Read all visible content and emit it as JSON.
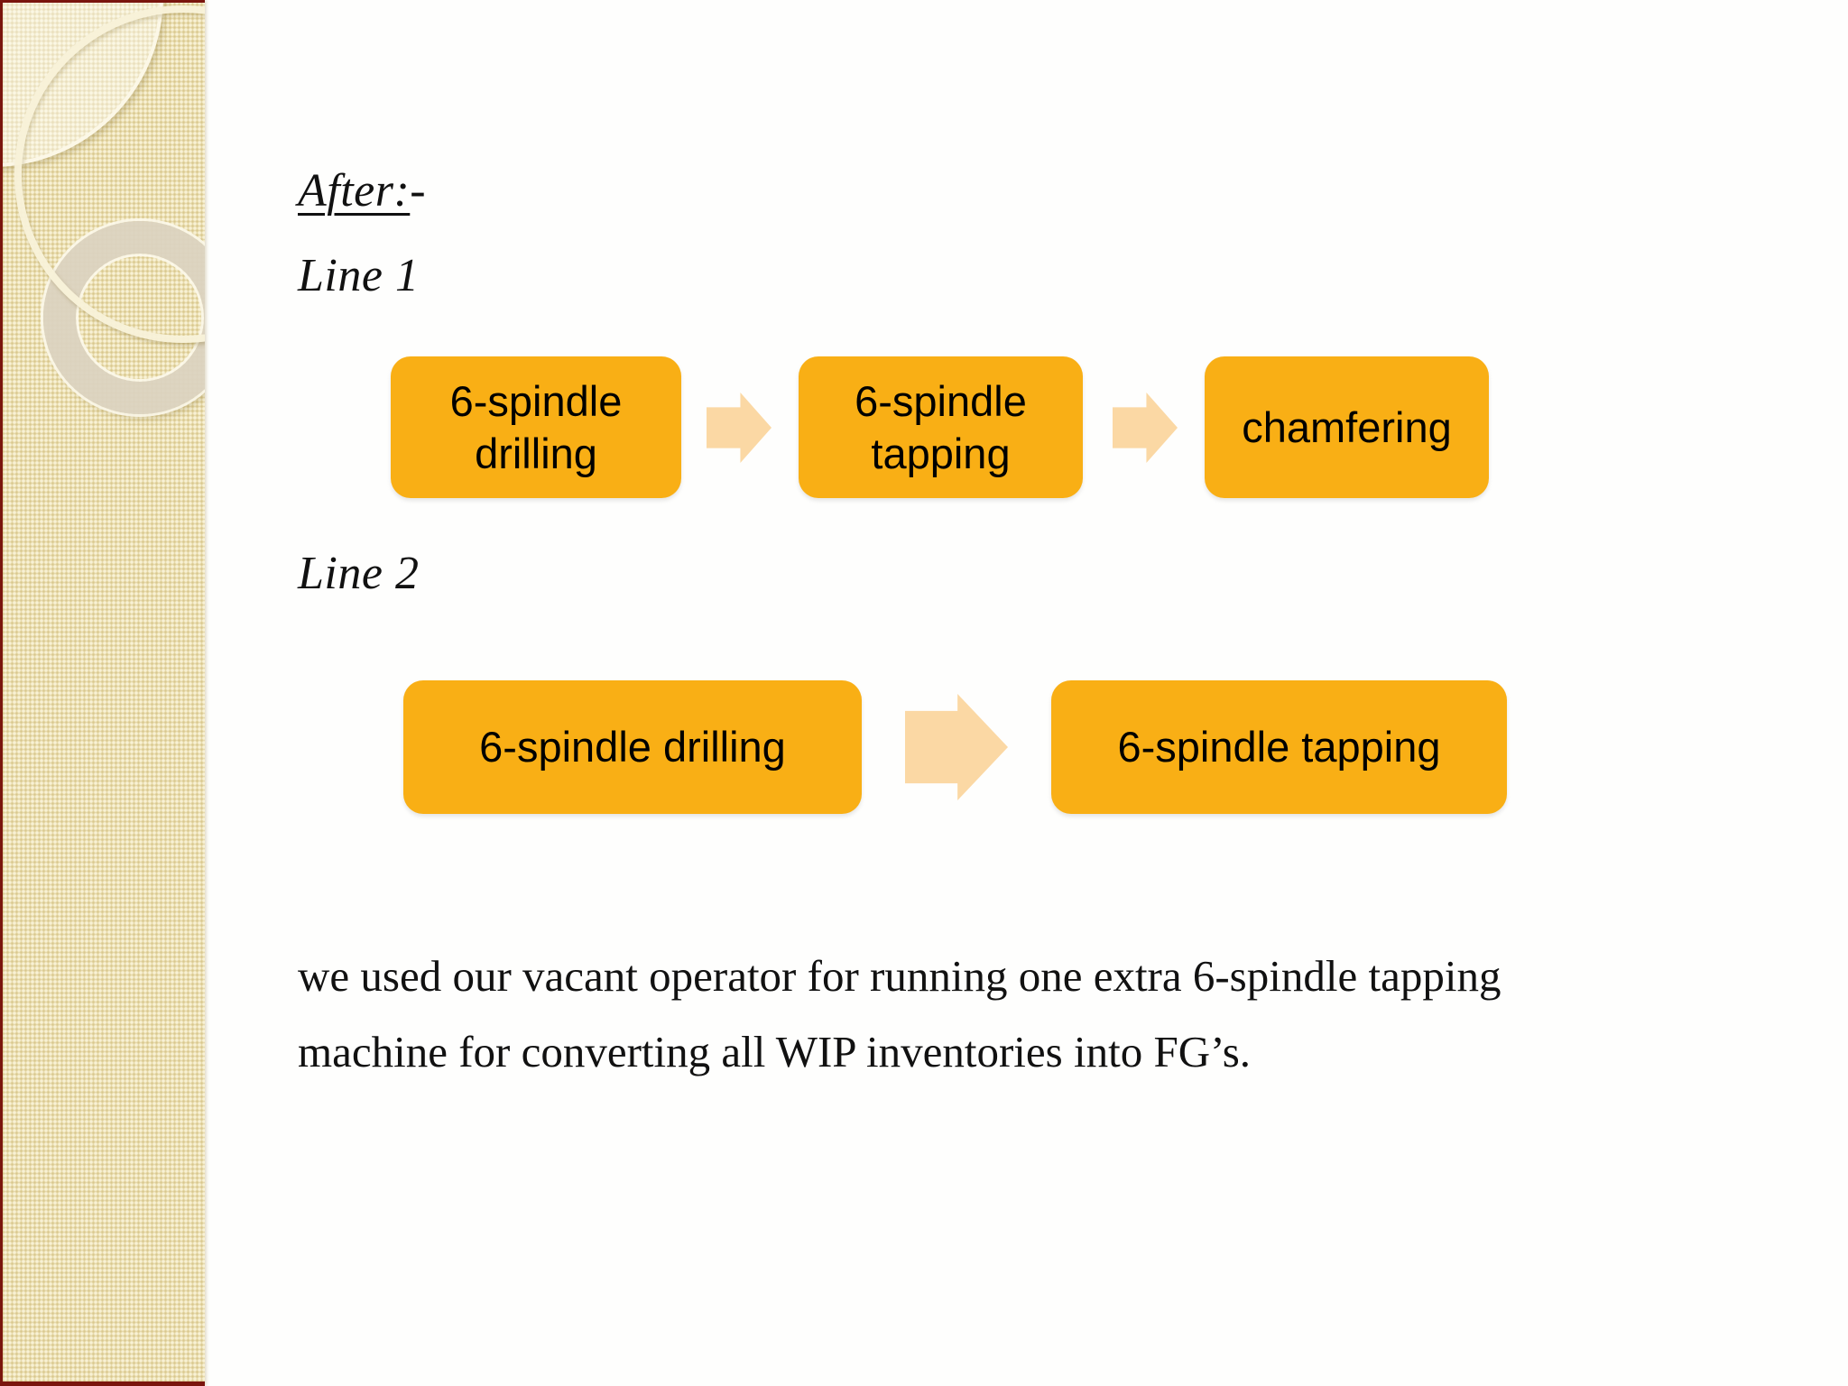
{
  "slide": {
    "heading": {
      "underlined": "After:",
      "suffix": "-"
    },
    "labels": {
      "line1": "Line 1",
      "line2": "Line 2"
    },
    "flow_line1": {
      "steps": [
        "6-spindle drilling",
        "6-spindle tapping",
        "chamfering"
      ]
    },
    "flow_line2": {
      "steps": [
        "6-spindle drilling",
        "6-spindle tapping"
      ]
    },
    "body": {
      "lines": [
        "we used our vacant operator for running one extra 6-spindle tapping",
        "machine for converting all WIP inventories into FG’s."
      ]
    },
    "icons": {
      "arrow": "right-block-arrow"
    },
    "colors": {
      "box_fill": "#F9AF15",
      "arrow_fill": "#FBD8A4",
      "sidebar_base": "#E7DAA8",
      "edge_maroon": "#7A150D",
      "text_color": "#111111",
      "slide_bg": "#FEFEFD"
    }
  }
}
